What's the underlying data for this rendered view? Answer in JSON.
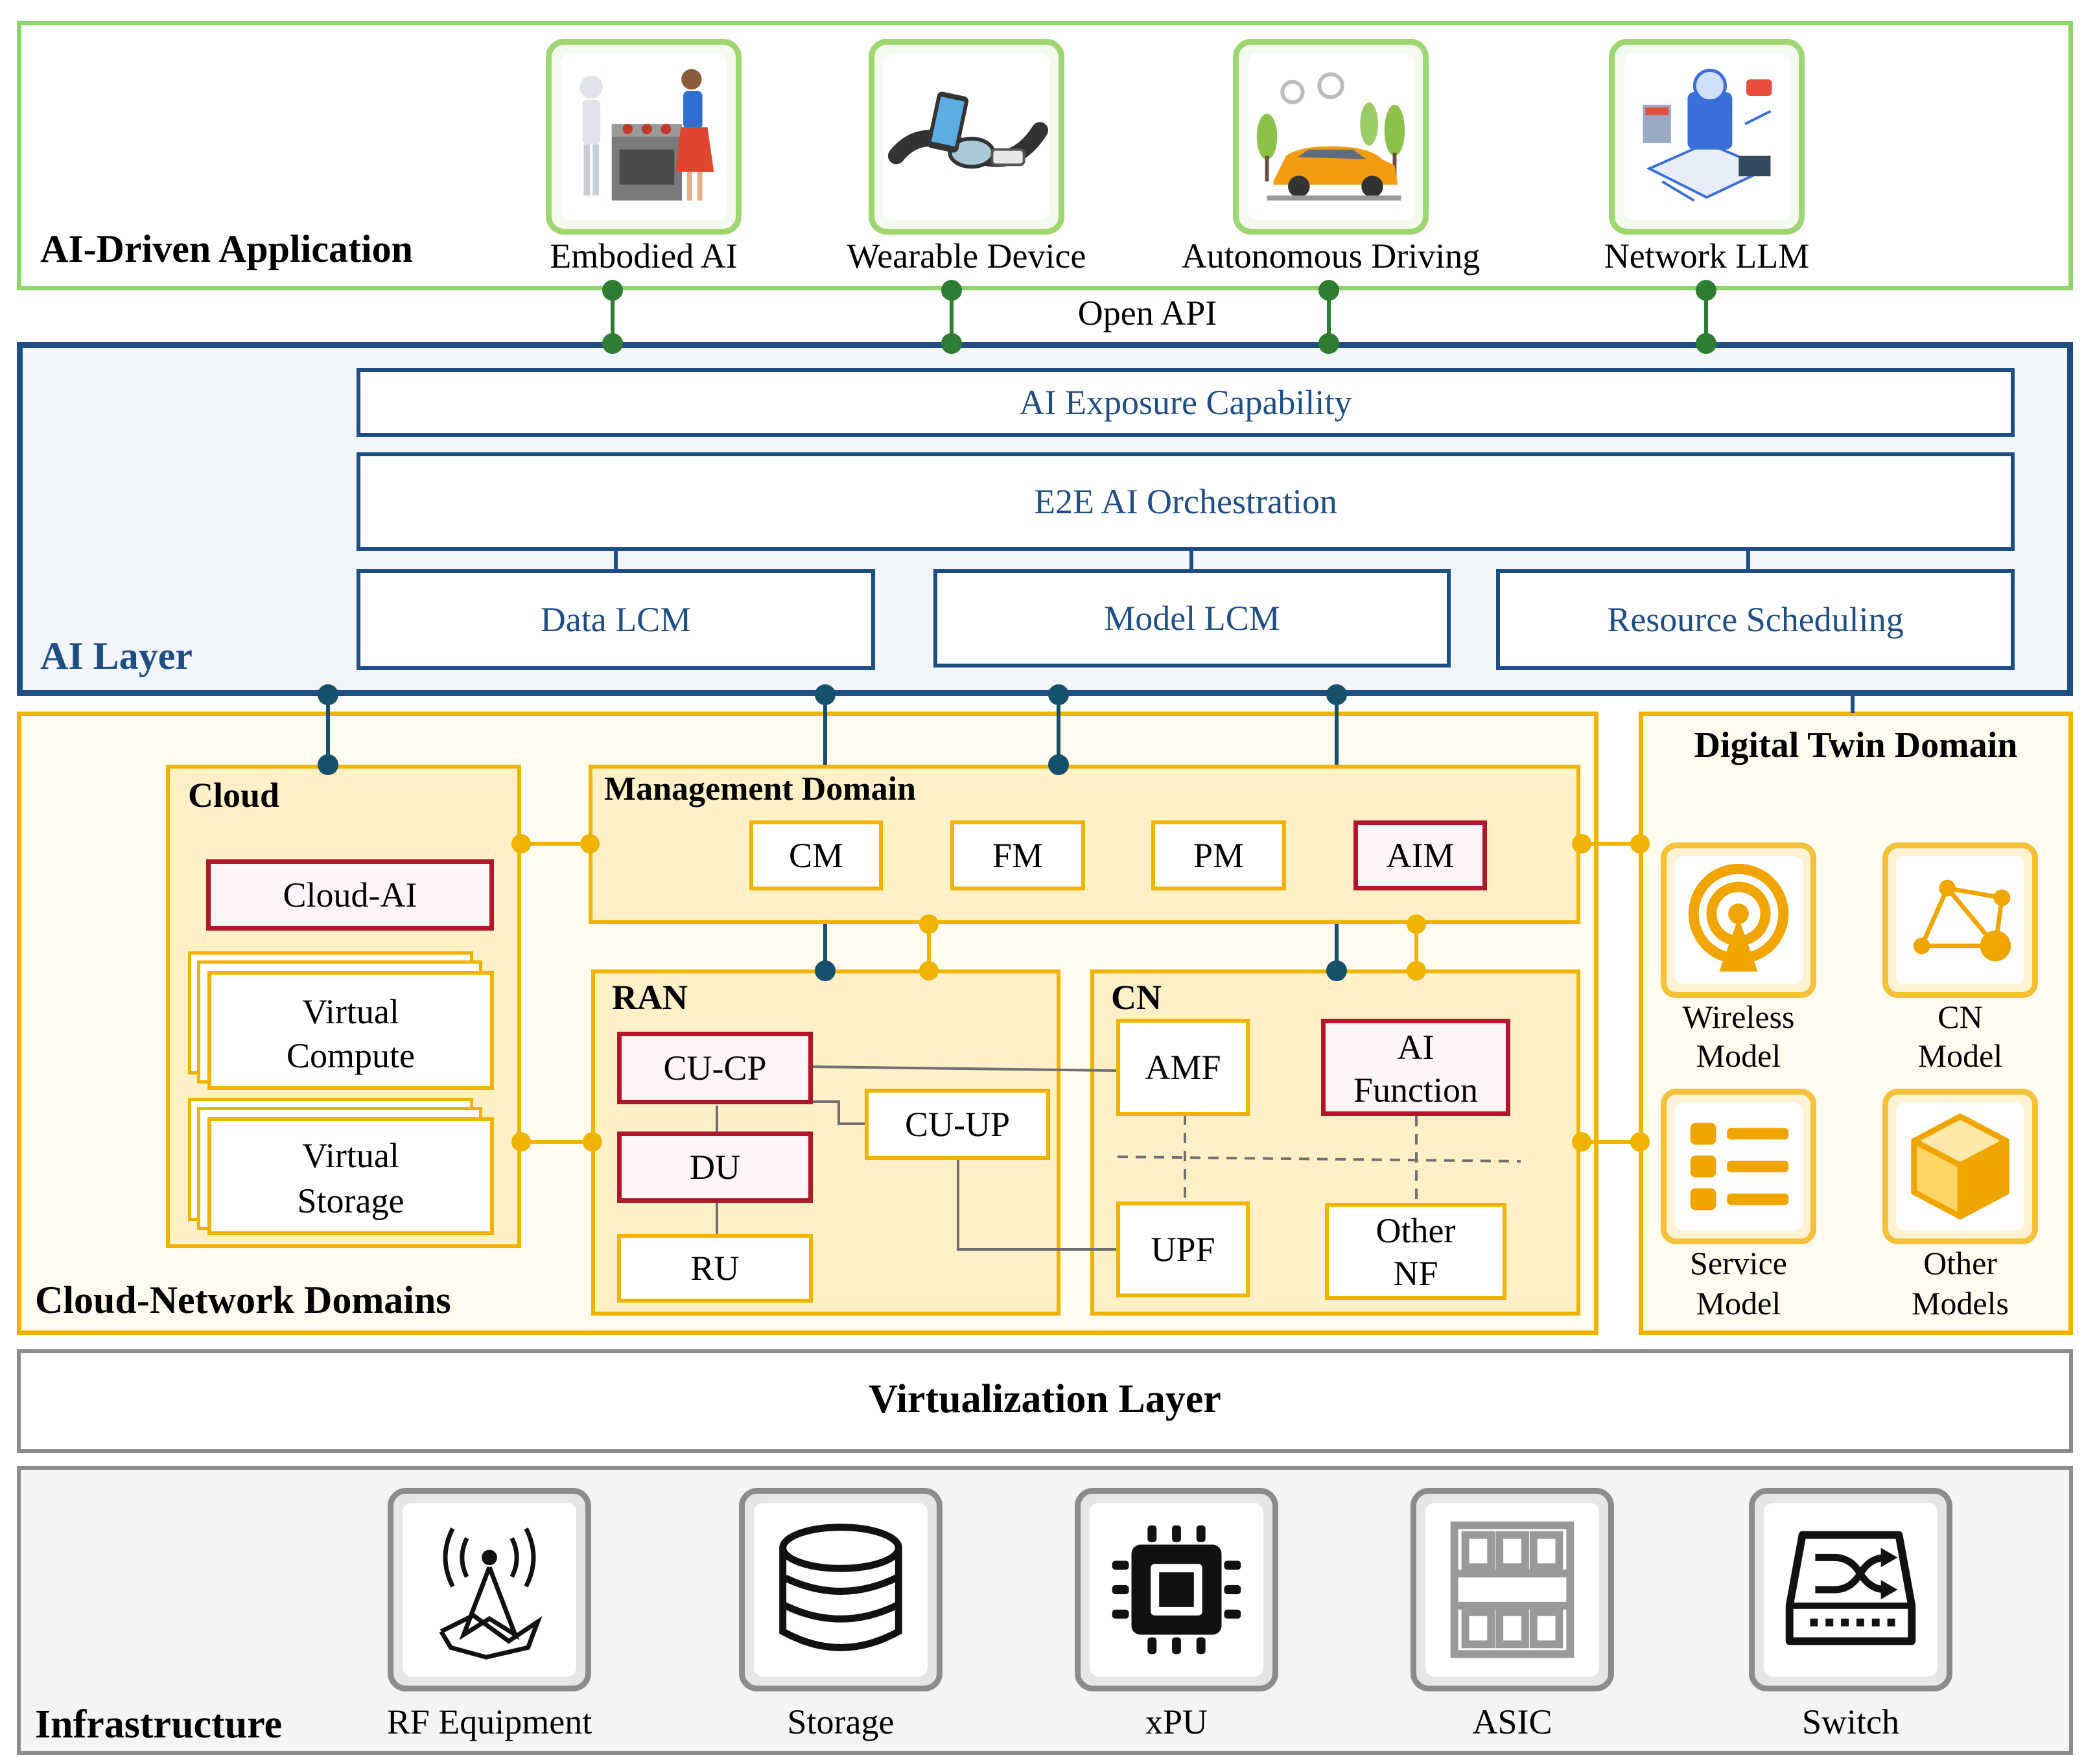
{
  "app_layer": {
    "title": "AI-Driven Application",
    "apps": [
      "Embodied AI",
      "Wearable Device",
      "Autonomous Driving",
      "Network LLM"
    ],
    "api_label": "Open API"
  },
  "ai_layer": {
    "title": "AI Layer",
    "exposure": "AI Exposure Capability",
    "orchestration": "E2E AI Orchestration",
    "data_lcm": "Data LCM",
    "model_lcm": "Model LCM",
    "resource_scheduling": "Resource Scheduling"
  },
  "cloud_network": {
    "title": "Cloud-Network Domains",
    "cloud": {
      "title": "Cloud",
      "cloud_ai": "Cloud-AI",
      "virtual_compute": [
        "Virtual",
        "Compute"
      ],
      "virtual_storage": [
        "Virtual",
        "Storage"
      ]
    },
    "management": {
      "title": "Management Domain",
      "items": [
        "CM",
        "FM",
        "PM",
        "AIM"
      ]
    },
    "ran": {
      "title": "RAN",
      "cu_cp": "CU-CP",
      "cu_up": "CU-UP",
      "du": "DU",
      "ru": "RU"
    },
    "cn": {
      "title": "CN",
      "amf": "AMF",
      "ai_function": [
        "AI",
        "Function"
      ],
      "upf": "UPF",
      "other_nf": [
        "Other",
        "NF"
      ]
    }
  },
  "digital_twin": {
    "title": "Digital Twin Domain",
    "models": [
      {
        "name": [
          "Wireless",
          "Model"
        ],
        "icon": "wireless-signal-icon"
      },
      {
        "name": [
          "CN",
          "Model"
        ],
        "icon": "network-graph-icon"
      },
      {
        "name": [
          "Service",
          "Model"
        ],
        "icon": "list-icon"
      },
      {
        "name": [
          "Other",
          "Models"
        ],
        "icon": "cube-icon"
      }
    ]
  },
  "virtualization": {
    "title": "Virtualization Layer"
  },
  "infrastructure": {
    "title": "Infrastructure",
    "items": [
      "RF Equipment",
      "Storage",
      "xPU",
      "ASIC",
      "Switch"
    ]
  },
  "colors": {
    "app_green": "#8fd46a",
    "ai_blue": "#1f4e85",
    "domain_yellow": "#f0b400",
    "ai_red": "#b0172a",
    "infra_gray": "#8c8c8c"
  }
}
